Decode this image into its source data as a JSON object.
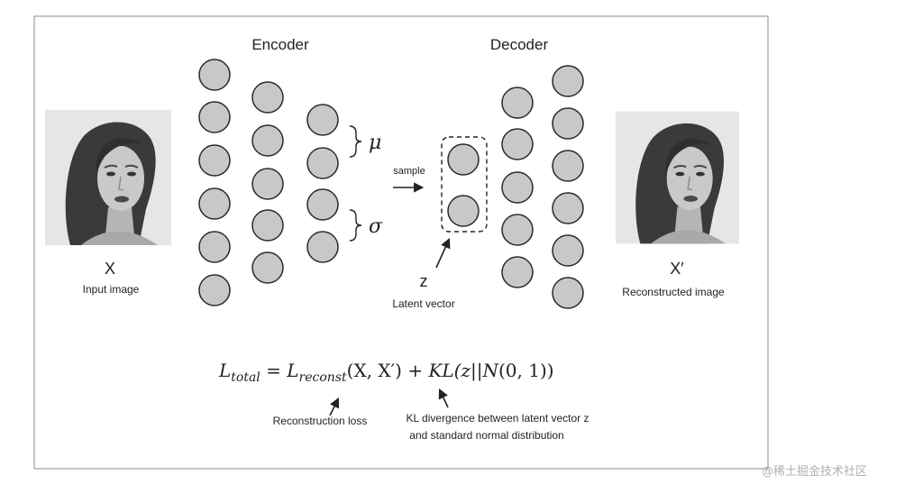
{
  "header": {
    "encoder": "Encoder",
    "decoder": "Decoder"
  },
  "input": {
    "symbol": "X",
    "caption": "Input image"
  },
  "output": {
    "symbol": "X′",
    "caption": "Reconstructed image"
  },
  "latent": {
    "mu": "μ",
    "sigma": "σ",
    "sample": "sample",
    "z": "z",
    "caption": "Latent vector"
  },
  "loss": {
    "lhs": "L",
    "lhs_sub": "total",
    "equals": " = ",
    "rec": "L",
    "rec_sub": "reconst",
    "rec_args": "(X, X′) + ",
    "kl": "KL(z||N",
    "kl_args": "(0, 1))"
  },
  "annotations": {
    "reconstruction": "Reconstruction loss",
    "kl_line1": "KL divergence between latent vector z",
    "kl_line2": "and standard normal distribution"
  },
  "watermark": "@稀土掘金技术社区",
  "colors": {
    "node_fill": "#c8c8c8",
    "node_stroke": "#2a2a2a",
    "frame": "#a0a0a0"
  }
}
